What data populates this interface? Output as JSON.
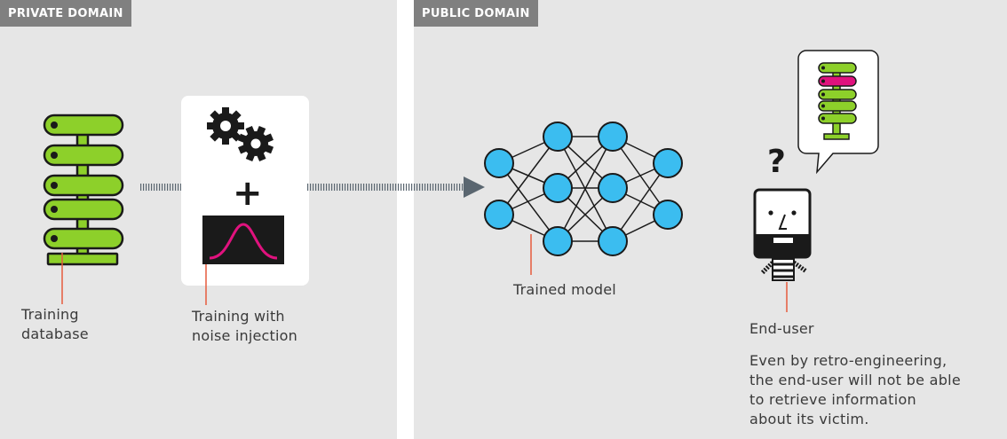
{
  "panels": {
    "private_label": "PRIVATE DOMAIN",
    "public_label": "PUBLIC DOMAIN"
  },
  "labels": {
    "training_database": "Training\ndatabase",
    "training_noise": "Training with\nnoise injection",
    "trained_model": "Trained model",
    "end_user": "End-user",
    "caption": "Even by retro-engineering,\nthe end-user will not be able\nto retrieve information\nabout its victim."
  },
  "symbols": {
    "plus": "+",
    "question": "?"
  },
  "icons": [
    "database-icon",
    "gears-icon",
    "gaussian-curve-icon",
    "neural-network-icon",
    "speech-bubble-icon",
    "end-user-icon",
    "arrow-icon"
  ],
  "colors": {
    "panel_bg": "#e6e6e6",
    "tag_bg": "#808080",
    "db_green": "#8dd02a",
    "db_highlight": "#e0127e",
    "node_blue": "#3bbdf0",
    "leader_line": "#e65b3d",
    "arrow_gray": "#5a6670"
  }
}
